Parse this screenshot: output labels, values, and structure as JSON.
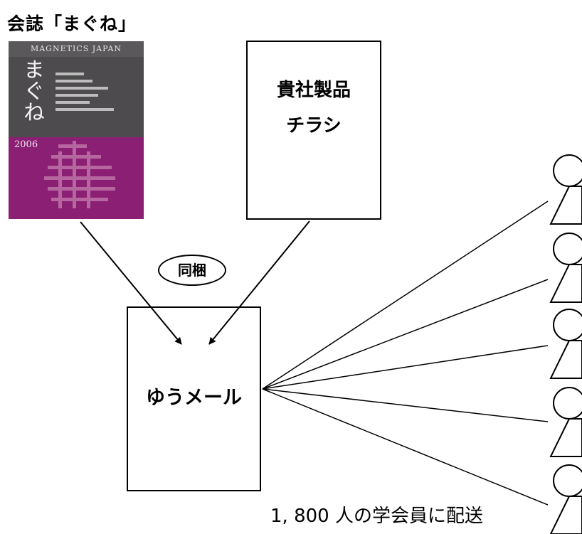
{
  "title": "会誌「まぐね」",
  "magazine": {
    "masthead": "MAGNETICS JAPAN",
    "cover_title": "まぐね",
    "year": "2006"
  },
  "flyer": {
    "line1": "貴社製品",
    "line2": "チラシ"
  },
  "bundle_label": "同梱",
  "mail_label": "ゆうメール",
  "caption": "1, 800 人の学会員に配送",
  "member_icon": "person-icon",
  "colors": {
    "ink": "#000000",
    "magazine_top": "#4d4b4d",
    "magazine_bottom": "#8a1f73"
  }
}
